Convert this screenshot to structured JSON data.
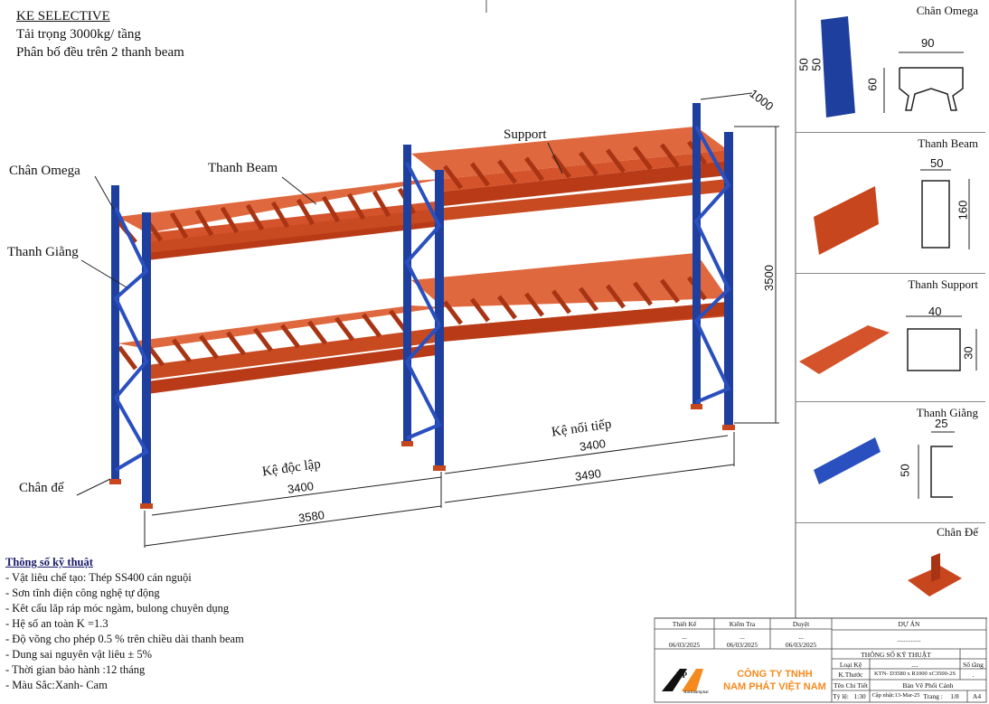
{
  "header": {
    "line1": "KE SELECTIVE",
    "line2": "Tải trọng 3000kg/ tầng",
    "line3": "Phân bố đều trên 2 thanh beam"
  },
  "labels": {
    "support": "Support",
    "chan_omega": "Chân Omega",
    "thanh_beam": "Thanh Beam",
    "thanh_giang": "Thanh Giằng",
    "chan_de": "Chân đế",
    "ke_doc_lap": "Kệ độc lập",
    "ke_noi_tiep": "Kệ nối tiếp"
  },
  "dimensions": {
    "depth": "1000",
    "height": "3500",
    "bay1": "3400",
    "bay2": "3400",
    "total1": "3580",
    "total2": "3490"
  },
  "specs": {
    "heading": "Thông số kỹ thuật",
    "items": [
      "- Vật liêu chế tạo: Thép SS400 cán nguội",
      "- Sơn tĩnh điện công nghệ tự động",
      "- Kêt cấu lăp ráp móc ngàm, bulong chuyên dụng",
      "- Hệ số an toàn K =1.3",
      "- Độ võng cho phép 0.5 % trên chiều dài thanh beam",
      "- Dung sai nguyên vật liêu ± 5%",
      "- Thời gian bảo hành :12 tháng",
      "- Màu Sắc:Xanh- Cam"
    ]
  },
  "panels": [
    {
      "title": "Chân Omega",
      "dims": [
        "90",
        "60",
        "50",
        "50"
      ]
    },
    {
      "title": "Thanh Beam",
      "dims": [
        "50",
        "160"
      ]
    },
    {
      "title": "Thanh Support",
      "dims": [
        "40",
        "30"
      ]
    },
    {
      "title": "Thanh Giằng",
      "dims": [
        "25",
        "50"
      ]
    },
    {
      "title": "Chân Đế",
      "dims": []
    }
  ],
  "title_block": {
    "headers": [
      "Thiết Kế",
      "Kiểm Tra",
      "Duyệt"
    ],
    "names": [
      "...",
      "...",
      "..."
    ],
    "dates": [
      "06/03/2025",
      "06/03/2025",
      "06/03/2025"
    ],
    "du_an": "DỰ ÁN",
    "du_an_value": "..............",
    "spec_title": "THÔNG SỐ KỸ THUẬT",
    "so_tang_label": "Số tầng",
    "so_tang_value": ".",
    "loai_ke_label": "Loại Kệ",
    "loai_ke_value": "....",
    "kthuoc_label": "K.Thước",
    "kthuoc_value": "KTN- D3580 x R1000 xC3500-2S",
    "ten_chi_tiet_label": "Tên Chi Tiết",
    "ten_chi_tiet_value": "Bản Vẽ Phối Cảnh",
    "ty_le_label": "Tỷ lệ:",
    "ty_le_value": "1:30",
    "cap_nhat": "Cập nhật:13-Mar-25",
    "trang_label": "Trang :",
    "trang_value": "1/8",
    "paper": "A4",
    "company_line1": "CÔNG TY TNHH",
    "company_line2": "NAM PHÁT VIỆT NAM",
    "logo_text": "NP",
    "logo_sub": "Racknamphat"
  },
  "colors": {
    "upright": "#1f3f9e",
    "beam": "#c8461e",
    "orange": "#f58a1e"
  }
}
